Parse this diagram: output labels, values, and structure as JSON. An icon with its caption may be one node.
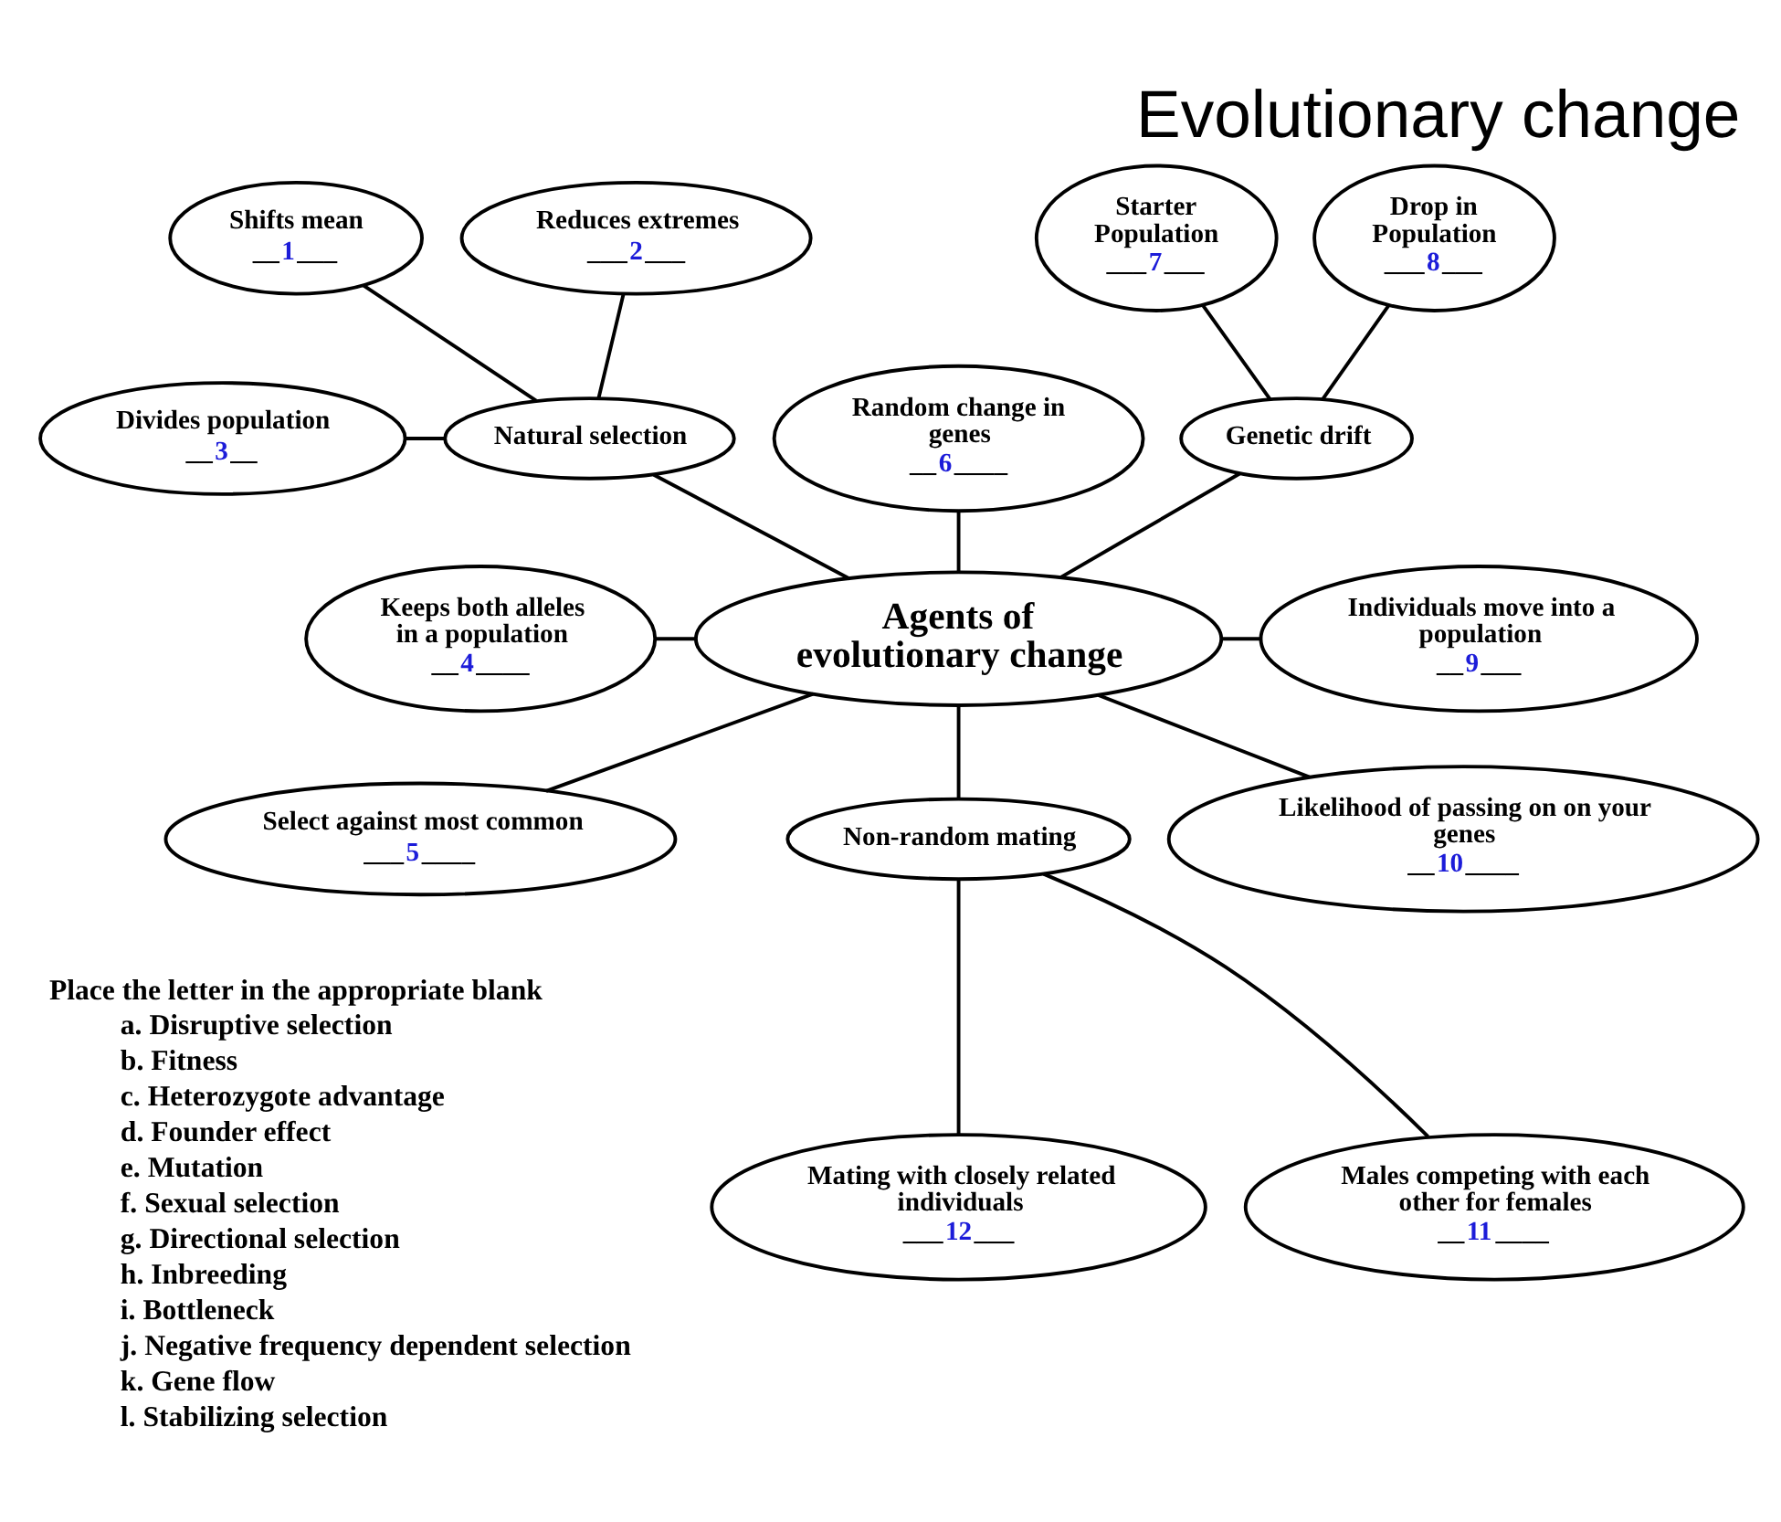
{
  "diagram": {
    "title": "Evolutionary change",
    "nodes": [
      {
        "text": [
          "Shifts mean",
          "__1___"
        ]
      },
      {
        "text": [
          "Reduces extremes",
          "___2___"
        ]
      },
      {
        "text": [
          "Random change in genes",
          "__6____"
        ]
      },
      {
        "text": [
          "Starter Population",
          "___7___"
        ]
      },
      {
        "text": [
          "Drop in Population",
          "___8___"
        ]
      },
      {
        "text": [
          "Divides population",
          "__3__"
        ]
      },
      {
        "text": [
          "Natural selection"
        ]
      },
      {
        "text": [
          "Genetic drift"
        ]
      },
      {
        "text": [
          "Keeps both alleles in a population",
          "__4____"
        ]
      },
      {
        "text": [
          "Agents of evolutionary change"
        ]
      },
      {
        "text": [
          "Individuals move into a population",
          "__9___"
        ]
      },
      {
        "text": [
          "Select against most common",
          "___5____"
        ]
      },
      {
        "text": [
          "Likelihood of passing on on your genes",
          "__10____"
        ]
      },
      {
        "text": [
          "Non-random mating"
        ]
      },
      {
        "text": [
          "Males competing with each other for females",
          "__11____"
        ]
      },
      {
        "text": [
          "Mating with closely related individuals",
          "___12___"
        ]
      }
    ],
    "edges": [
      {
        "from": 0,
        "to": 6,
        "arrow": "none"
      },
      {
        "from": 1,
        "to": 6,
        "arrow": "none"
      },
      {
        "from": 5,
        "to": 6,
        "arrow": "none"
      },
      {
        "from": 2,
        "to": 9,
        "arrow": "none"
      },
      {
        "from": 3,
        "to": 7,
        "arrow": "none"
      },
      {
        "from": 4,
        "to": 7,
        "arrow": "none"
      },
      {
        "from": 6,
        "to": 9,
        "arrow": "none"
      },
      {
        "from": 7,
        "to": 9,
        "arrow": "none"
      },
      {
        "from": 8,
        "to": 9,
        "arrow": "none"
      },
      {
        "from": 9,
        "to": 10,
        "arrow": "none"
      },
      {
        "from": 9,
        "to": 11,
        "arrow": "none"
      },
      {
        "from": 9,
        "to": 13,
        "arrow": "none"
      },
      {
        "from": 9,
        "to": 12,
        "arrow": "none"
      },
      {
        "from": 13,
        "to": 15,
        "arrow": "none"
      },
      {
        "from": 13,
        "to": 14,
        "arrow": "none"
      }
    ],
    "labels": [
      "Place the letter in the appropriate blank",
      "a. Disruptive selection",
      "b. Fitness",
      "c. Heterozygote advantage",
      "d. Founder effect",
      "e. Mutation",
      "f. Sexual selection",
      "g. Directional selection",
      "h. Inbreeding",
      "i. Bottleneck",
      "j. Negative frequency dependent selection",
      "k. Gene flow",
      "l. Stabilizing selection"
    ]
  }
}
